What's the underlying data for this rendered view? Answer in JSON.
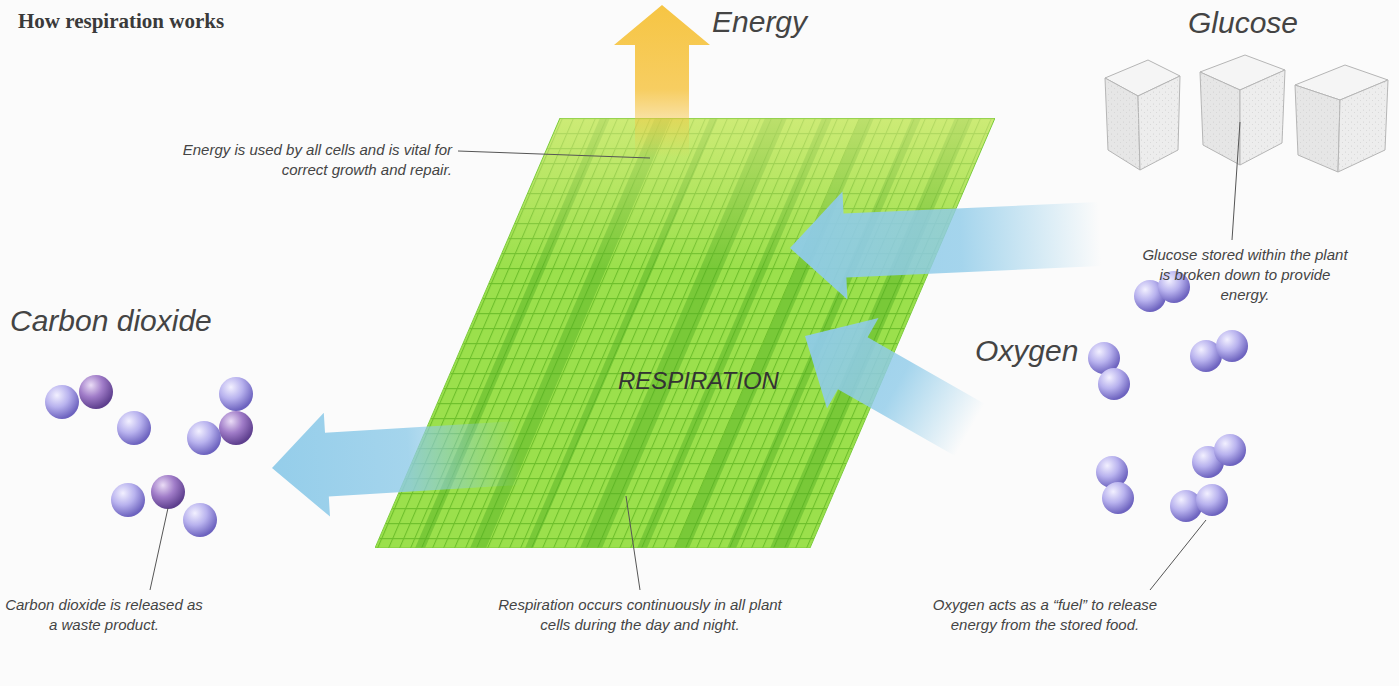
{
  "diagram": {
    "title": "How respiration works",
    "nodes": [
      {
        "text": [
          "Energy"
        ]
      },
      {
        "text": [
          "Glucose"
        ]
      },
      {
        "text": [
          "Carbon dioxide"
        ]
      },
      {
        "text": [
          "RESPIRATION"
        ]
      },
      {
        "text": [
          "Oxygen"
        ]
      }
    ],
    "edges": [
      {
        "from": 3,
        "to": 0,
        "arrow": "to"
      },
      {
        "from": 1,
        "to": 3,
        "arrow": "to"
      },
      {
        "from": 4,
        "to": 3,
        "arrow": "to"
      },
      {
        "from": 3,
        "to": 2,
        "arrow": "to"
      }
    ],
    "labels": [
      "Energy is used by all cells and is vital for correct growth and repair.",
      "Glucose stored within the plant is broken down to provide energy.",
      "Carbon dioxide is released as a waste product.",
      "Respiration occurs continuously in all plant cells during the day and night.",
      "Oxygen acts as a “fuel” to release energy from the stored food."
    ]
  }
}
